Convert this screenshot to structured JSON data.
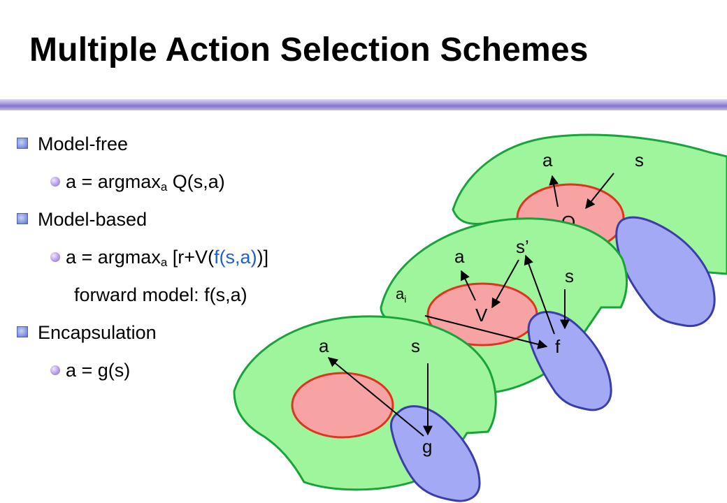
{
  "title": "Multiple Action Selection Schemes",
  "colors": {
    "cortex": "#9ef59c",
    "cortex_edge": "#1aa33a",
    "basal_ganglia": "#f7a3a3",
    "basal_ganglia_edge": "#e0341f",
    "cerebellum": "#a3a9f5",
    "cerebellum_edge": "#3a3fa8",
    "highlight_blue": "#1f5fd6"
  },
  "bullets": {
    "model_free": {
      "label": "Model-free",
      "formula_prefix": "a = argmax",
      "formula_sub": "a",
      "formula_suffix": " Q(s,a)"
    },
    "model_based": {
      "label": "Model-based",
      "formula_prefix": "a = argmax",
      "formula_sub": "a",
      "formula_mid": " [r+V(",
      "formula_blue": "f(s,a)",
      "formula_end": ")]",
      "note": "forward model: f(s,a)"
    },
    "encapsulation": {
      "label": "Encapsulation",
      "formula": "a = g(s)"
    }
  },
  "diagram": {
    "back": {
      "a": "a",
      "s": "s",
      "center": "Q"
    },
    "middle": {
      "a": "a",
      "s_prime": "s’",
      "s": "s",
      "ai": "a",
      "ai_sub": "i",
      "center": "V",
      "cerebellum": "f"
    },
    "front": {
      "a": "a",
      "s": "s",
      "cerebellum": "g"
    }
  }
}
